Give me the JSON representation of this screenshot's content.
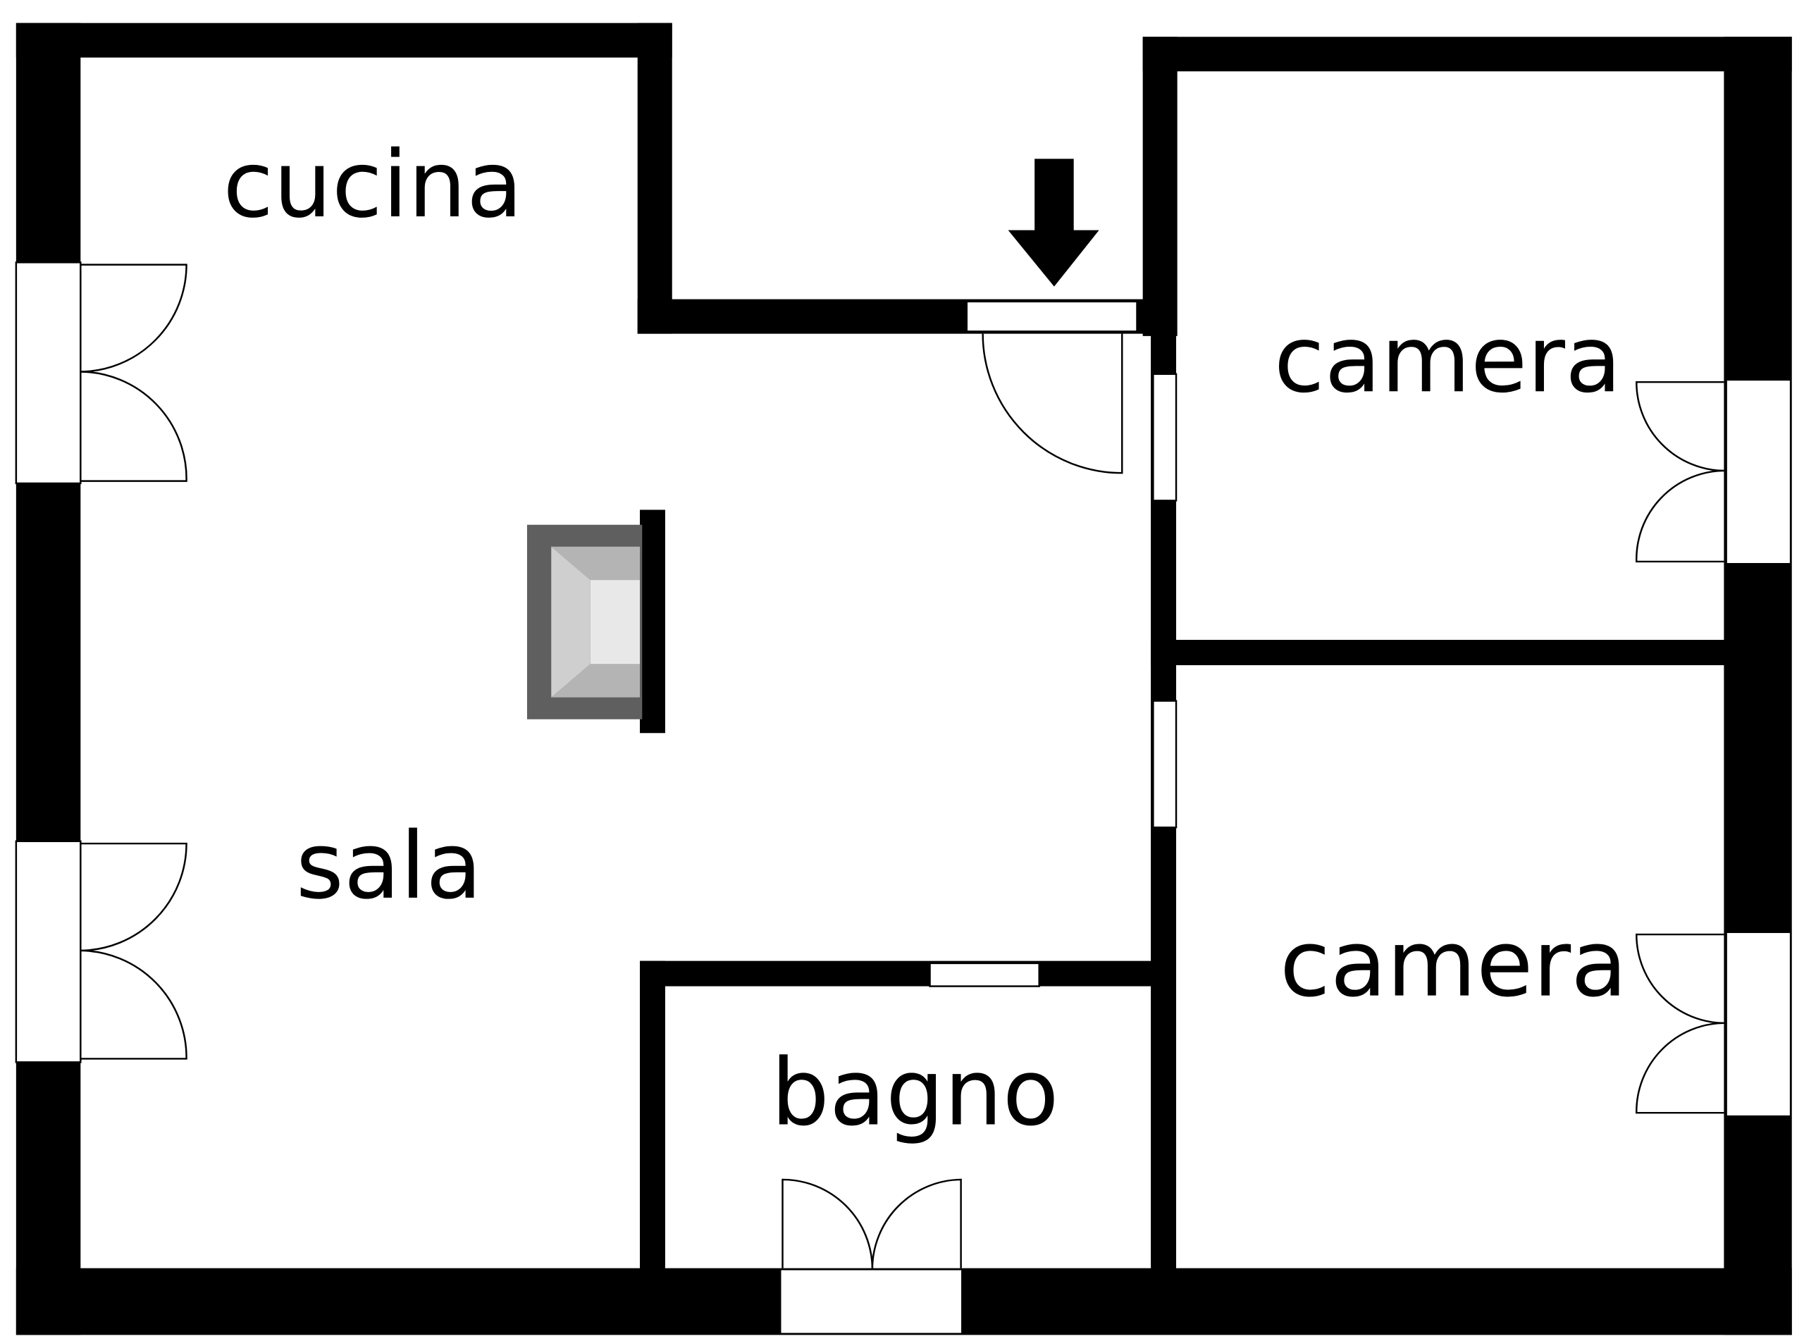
{
  "floorplan": {
    "rooms": {
      "cucina": {
        "label": "cucina"
      },
      "sala": {
        "label": "sala"
      },
      "camera_top": {
        "label": "camera"
      },
      "camera_bottom": {
        "label": "camera"
      },
      "bagno": {
        "label": "bagno"
      }
    },
    "entrance_arrow": {
      "icon": "arrow-down-icon"
    },
    "fireplace": {
      "icon": "fireplace-icon"
    },
    "colors": {
      "wall": "#000000",
      "background": "#ffffff",
      "fireplace_dark": "#5f5f5f",
      "fireplace_mid": "#b4b4b4",
      "fireplace_light": "#e8e8e8"
    }
  }
}
